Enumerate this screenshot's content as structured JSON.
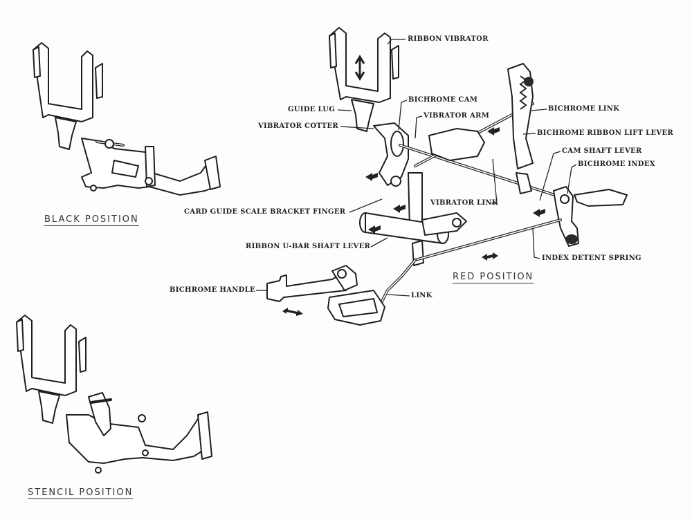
{
  "labels": {
    "ribbon_vibrator": "RIBBON VIBRATOR",
    "guide_lug": "GUIDE LUG",
    "bichrome_cam": "BICHROME CAM",
    "vibrator_arm": "VIBRATOR ARM",
    "vibrator_cotter": "VIBRATOR COTTER",
    "bichrome_link": "BICHROME LINK",
    "bichrome_ribbon_lift_lever": "BICHROME RIBBON LIFT LEVER",
    "cam_shaft_lever": "CAM SHAFT LEVER",
    "bichrome_index": "BICHROME INDEX",
    "vibrator_link": "VIBRATOR LINK",
    "card_guide_scale_bracket_finger": "CARD GUIDE SCALE BRACKET FINGER",
    "ribbon_u_bar_shaft_lever": "RIBBON U-BAR SHAFT LEVER",
    "index_detent_spring": "INDEX DETENT SPRING",
    "bichrome_handle": "BICHROME HANDLE",
    "link": "LINK"
  },
  "positions": {
    "black": "BLACK POSITION",
    "red": "RED POSITION",
    "stencil": "STENCIL POSITION"
  }
}
